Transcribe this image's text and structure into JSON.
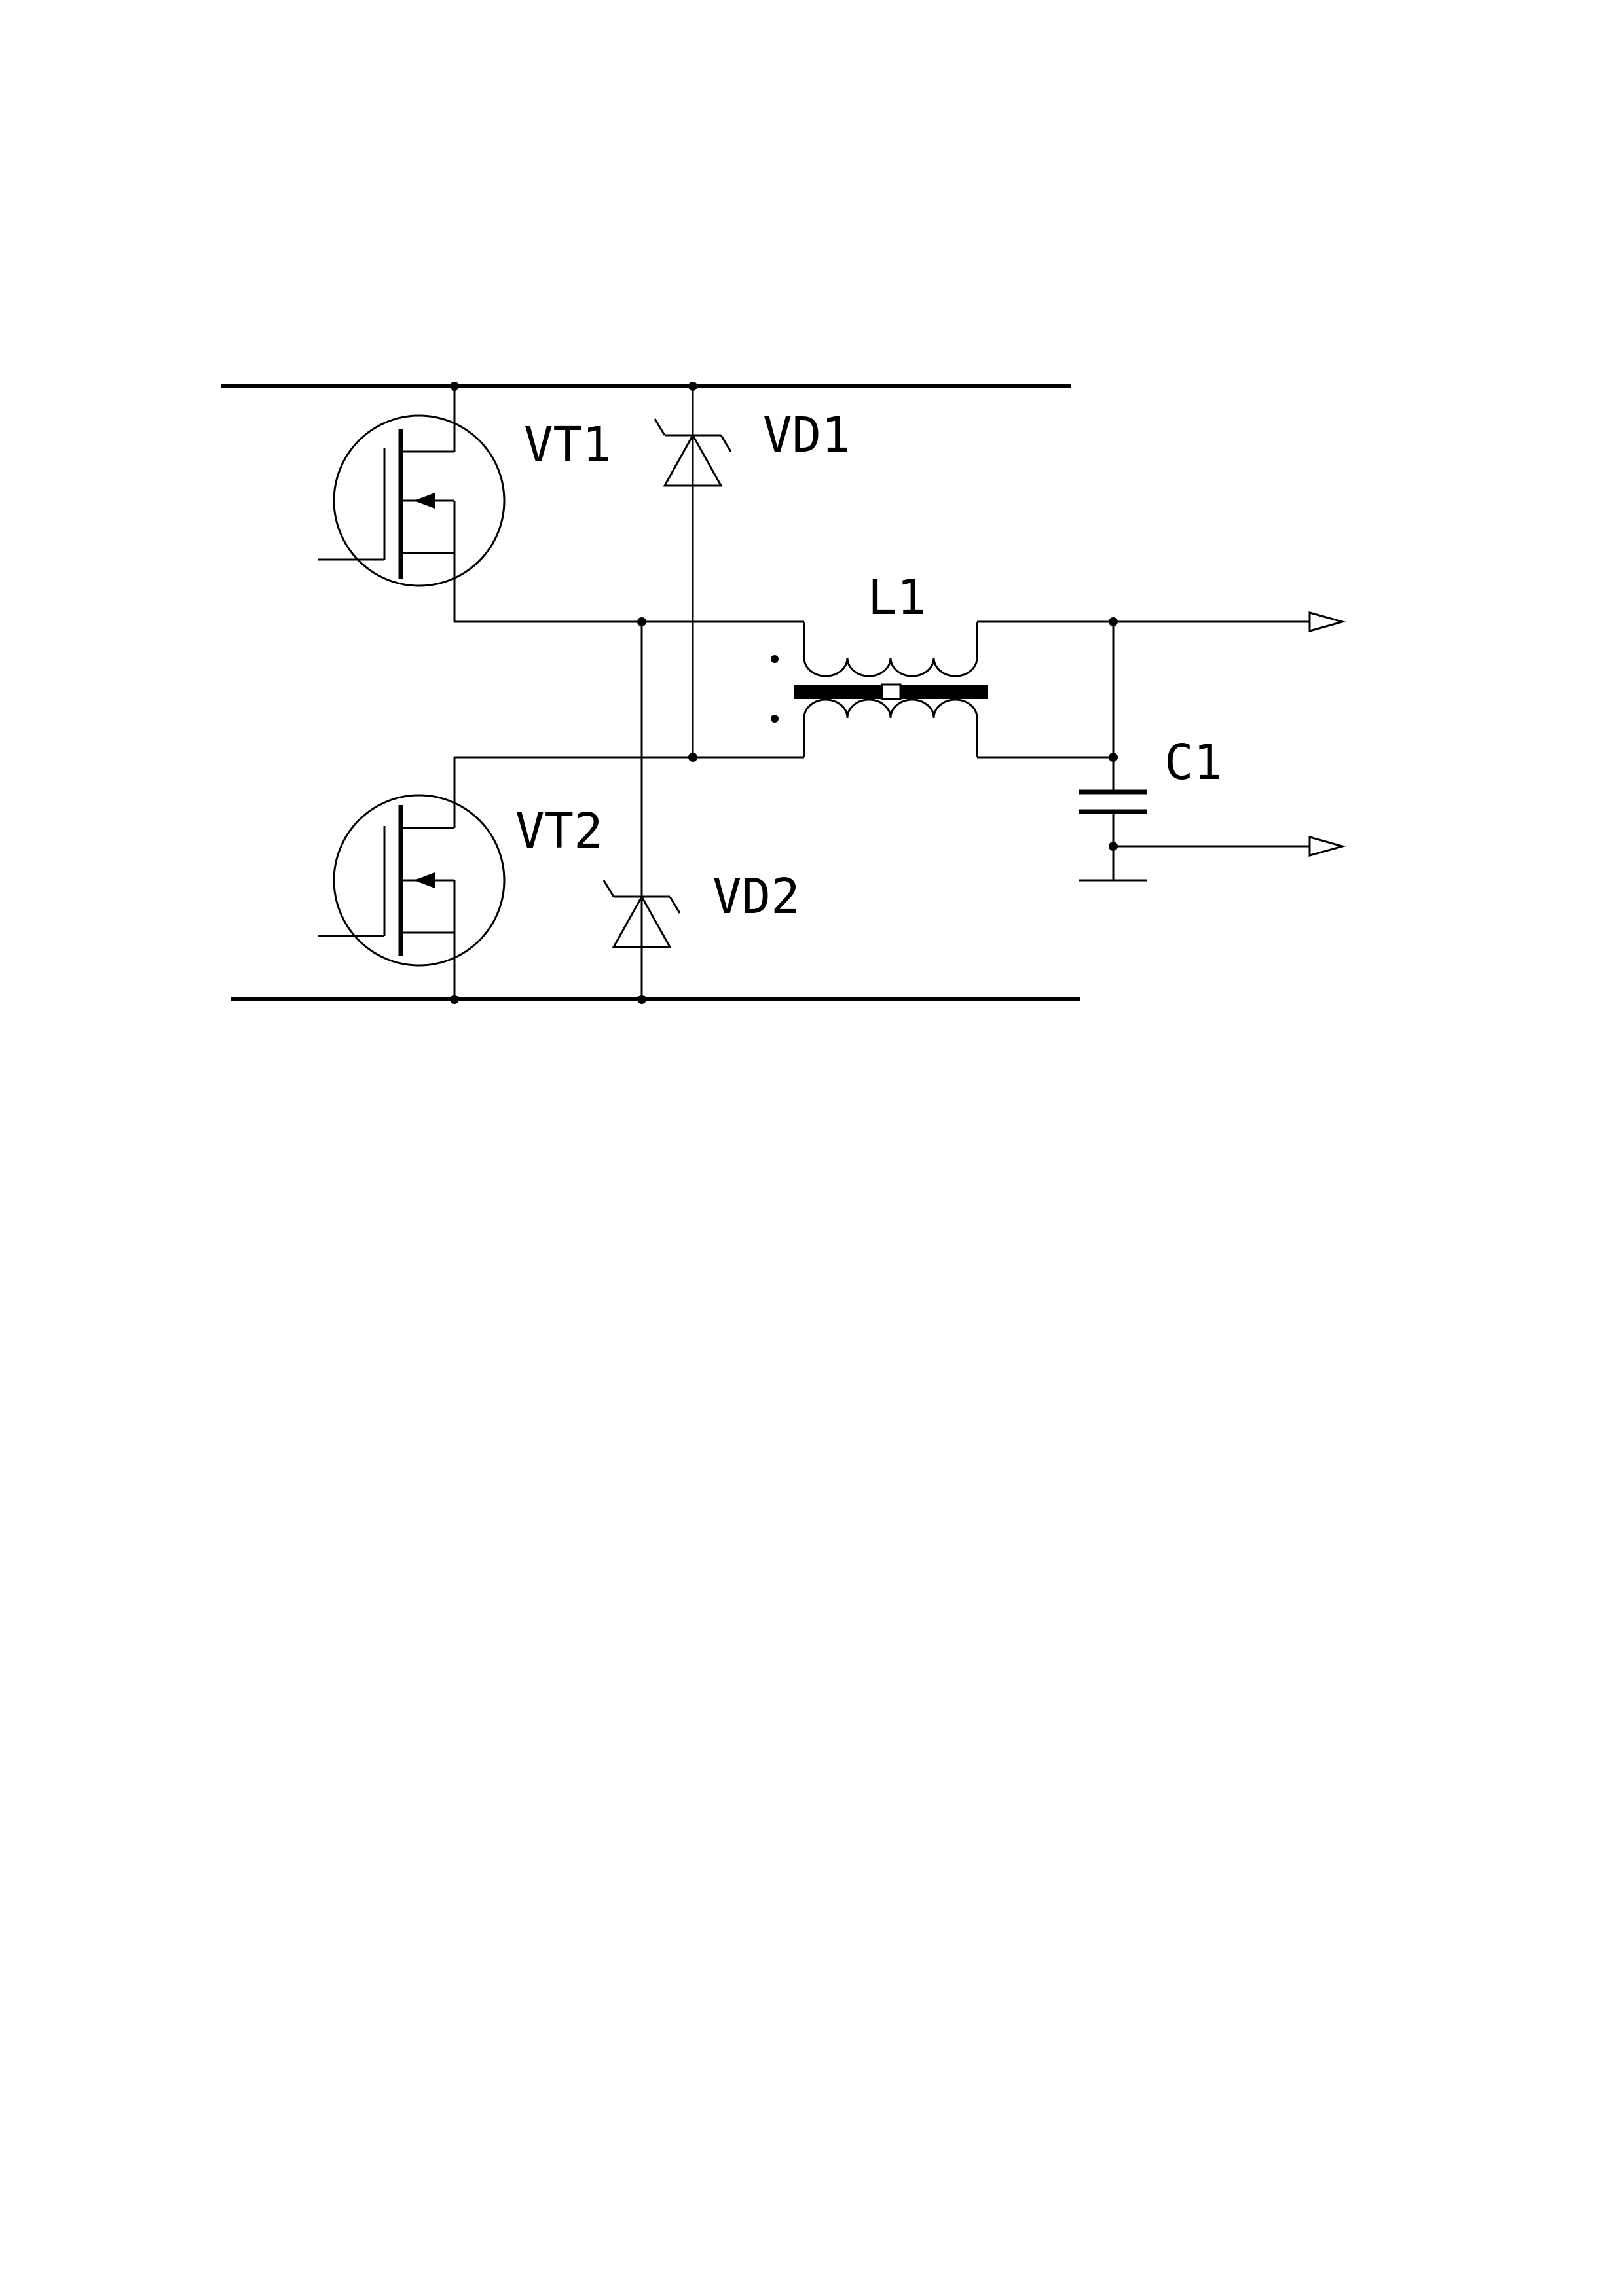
{
  "labels": {
    "vt1": "VT1",
    "vt2": "VT2",
    "vd1": "VD1",
    "vd2": "VD2",
    "l1": "L1",
    "c1": "C1"
  },
  "colors": {
    "ink": "#000000",
    "paper": "#ffffff"
  }
}
